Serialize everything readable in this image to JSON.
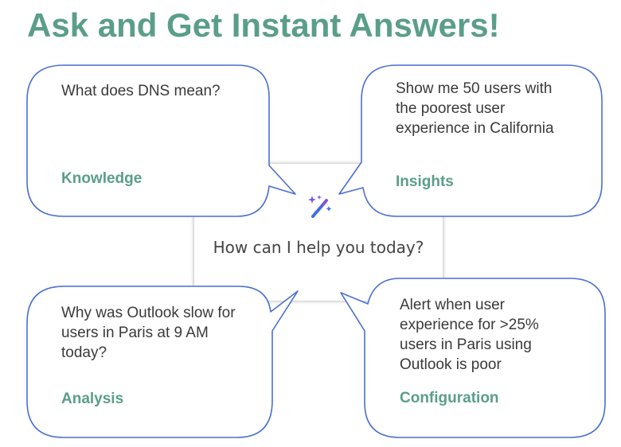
{
  "title": "Ask and Get Instant Answers!",
  "prompt": {
    "icon": "magic-wand-sparkles-icon",
    "text": "How can I help you today?"
  },
  "bubbles": [
    {
      "id": "knowledge",
      "question": "What does DNS mean?",
      "category": "Knowledge"
    },
    {
      "id": "insights",
      "question": "Show me 50 users with the poorest user experience in California",
      "category": "Insights"
    },
    {
      "id": "analysis",
      "question": "Why was Outlook slow for users in Paris at 9 AM today?",
      "category": "Analysis"
    },
    {
      "id": "configuration",
      "question": "Alert when user experience for >25% users in Paris using Outlook is poor",
      "category": "Configuration"
    }
  ],
  "colors": {
    "accent": "#5a9e8a",
    "bubble_border": "#4a6fd1",
    "icon_purple": "#7b57d8",
    "icon_blue": "#3d6fe0"
  }
}
